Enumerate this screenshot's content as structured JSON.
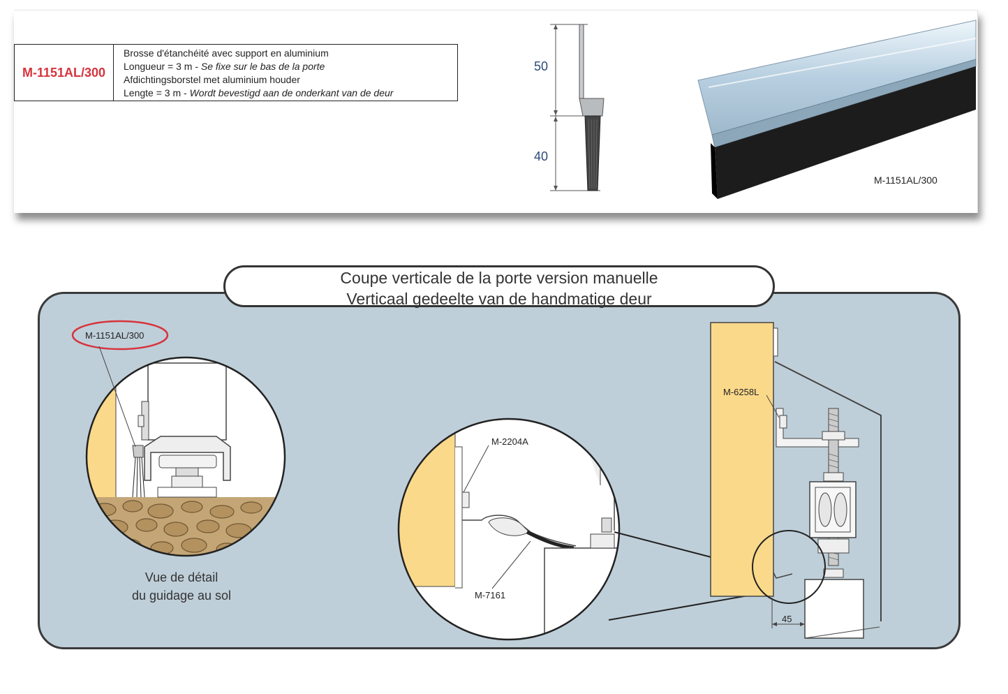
{
  "product": {
    "code": "M-1151AL/300",
    "lines": [
      {
        "normal": "Brosse d'étanchéité avec support en aluminium",
        "italic": ""
      },
      {
        "normal": "Longueur = 3 m - ",
        "italic": "Se fixe sur le bas de la porte"
      },
      {
        "normal": "Afdichtingsborstel met aluminium houder",
        "italic": ""
      },
      {
        "normal": "Lengte = 3 m - ",
        "italic": "Wordt bevestigd aan de onderkant van de deur"
      }
    ],
    "dimension_upper": "50",
    "dimension_lower": "40",
    "image_caption": "M-1151AL/300"
  },
  "section": {
    "title_line1": "Coupe verticale de la porte version manuelle",
    "title_line2": "Verticaal gedeelte van de handmatige deur",
    "detail_left_label": "M-1151AL/300",
    "detail_left_caption_line1": "Vue de détail",
    "detail_left_caption_line2": "du guidage au sol",
    "label_m2204a": "M-2204A",
    "label_m7161": "M-7161",
    "label_m6258l": "M-6258L",
    "dimension_45": "45"
  },
  "colors": {
    "accent_red": "#d6343d",
    "panel_bg": "#bfcfd9",
    "door_yellow": "#fbd98a",
    "dimension_blue": "#2c4b7a"
  }
}
